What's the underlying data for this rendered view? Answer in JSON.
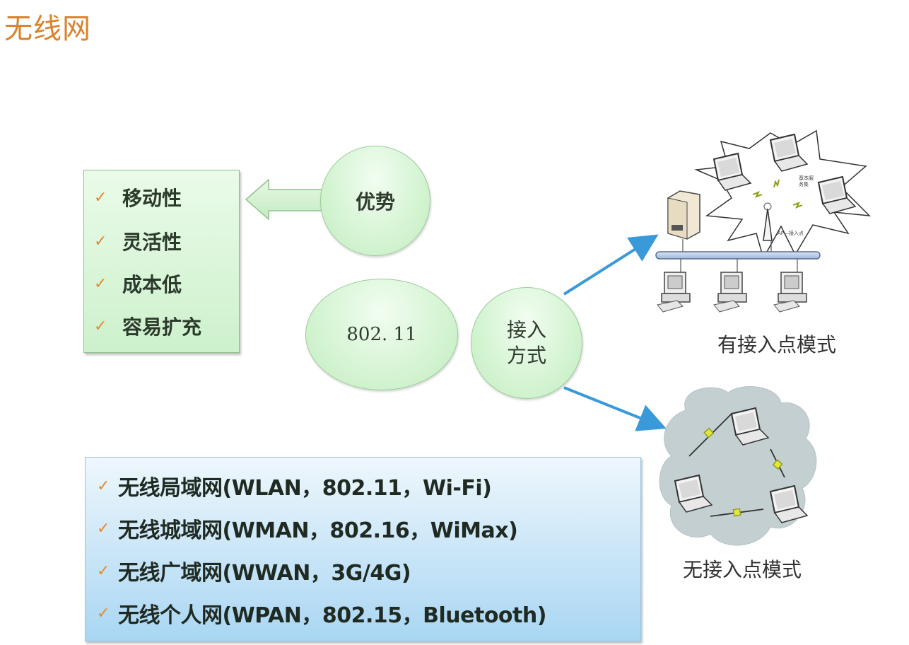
{
  "slide": {
    "title": "无线网"
  },
  "advantages": {
    "bubble_label": "优势",
    "items": [
      "移动性",
      "灵活性",
      "成本低",
      "容易扩充"
    ],
    "check_icon": "✓"
  },
  "standard": {
    "bubble_label": "802. 11"
  },
  "access": {
    "bubble_label_line1": "接入",
    "bubble_label_line2": "方式",
    "modes": [
      {
        "label": "有接入点模式",
        "sublabels": {
          "bss": "基本服务集",
          "ap": "AP—接入点"
        }
      },
      {
        "label": "无接入点模式"
      }
    ]
  },
  "network_types": {
    "check_icon": "✓",
    "items": [
      "无线局域网(WLAN，802.11，Wi-Fi)",
      "无线城域网(WMAN，802.16，WiMax)",
      "无线广域网(WWAN，3G/4G)",
      "无线个人网(WPAN，802.15，Bluetooth)"
    ]
  },
  "colors": {
    "title": "#d9822b",
    "check": "#e08a2e",
    "green_fill": "#d4f4d2",
    "blue_box": "#a9d6f3",
    "arrow_blue": "#3a9ad9",
    "bus_bar": "#b3c6e4"
  }
}
